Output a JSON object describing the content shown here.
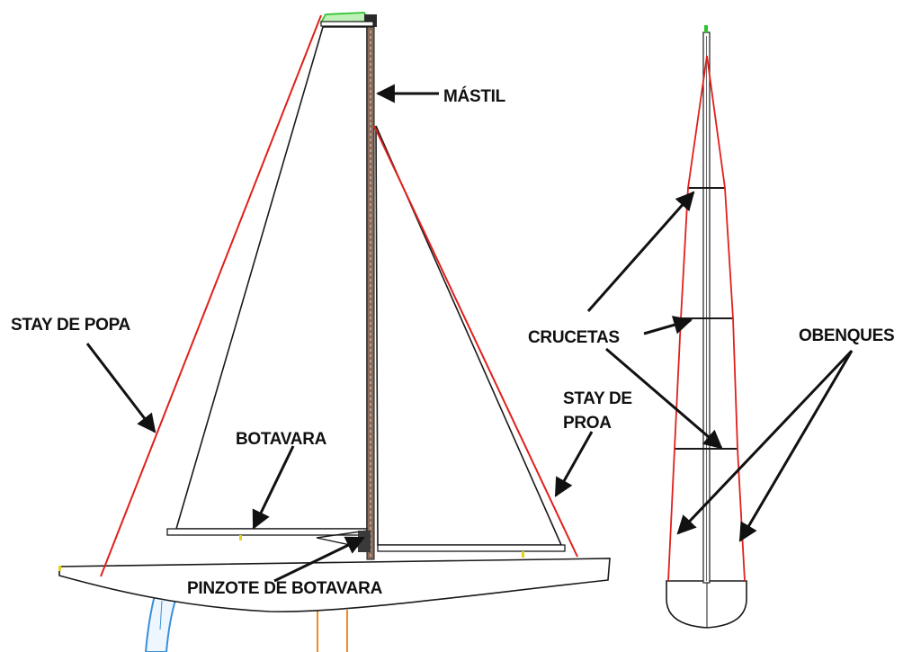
{
  "labels": {
    "mastil": "MÁSTIL",
    "stay_de_popa": "STAY DE POPA",
    "botavara": "BOTAVARA",
    "crucetas": "CRUCETAS",
    "obenques": "OBENQUES",
    "stay_de_proa_line1": "STAY DE",
    "stay_de_proa_line2": "PROA",
    "pinzote_de_botavara": "PINZOTE DE BOTAVARA"
  },
  "colors": {
    "rigging": "#e0201c",
    "outline": "#1a1a1a",
    "mast_fill": "#8a6b5a",
    "keel": "#f28a1e",
    "rudder": "#3a8fd8",
    "masthead": "#2fc42f",
    "fitting": "#e6d21a"
  }
}
